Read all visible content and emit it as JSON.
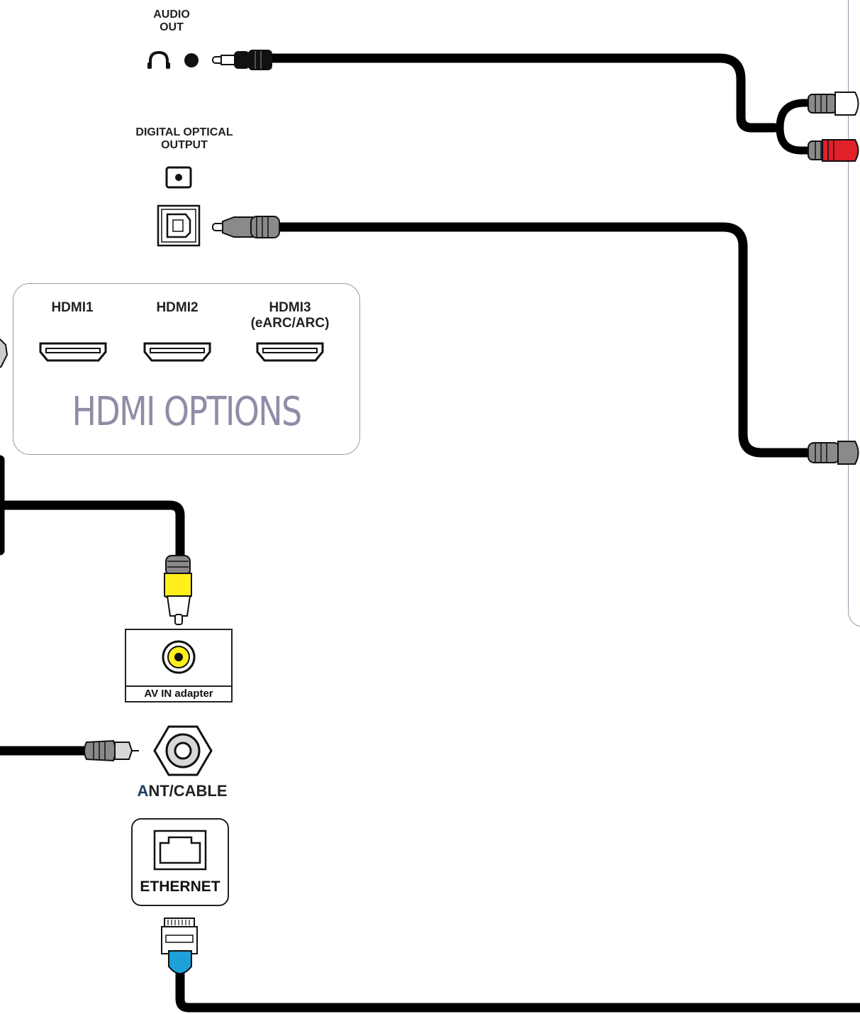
{
  "audio_out": {
    "label_line1": "AUDIO",
    "label_line2": "OUT"
  },
  "digital_optical": {
    "label_line1": "DIGITAL OPTICAL",
    "label_line2": "OUTPUT"
  },
  "hdmi": {
    "title": "HDMI OPTIONS",
    "ports": [
      {
        "label_line1": "HDMI1",
        "label_line2": ""
      },
      {
        "label_line1": "HDMI2",
        "label_line2": ""
      },
      {
        "label_line1": "HDMI3",
        "label_line2": "(eARC/ARC)"
      }
    ]
  },
  "av_in": {
    "label": "AV IN adapter"
  },
  "ant_cable": {
    "label_first": "A",
    "label_rest": "NT/CABLE"
  },
  "ethernet": {
    "label": "ETHERNET"
  },
  "colors": {
    "cable": "#000000",
    "plug_white": "#ffffff",
    "plug_red": "#e02127",
    "plug_gray": "#8a8a8a",
    "plug_yellow": "#ffef1a",
    "plug_blue": "#1ea0d9",
    "panel_border": "#9a97ad",
    "ant_accent": "#1f3a66"
  }
}
